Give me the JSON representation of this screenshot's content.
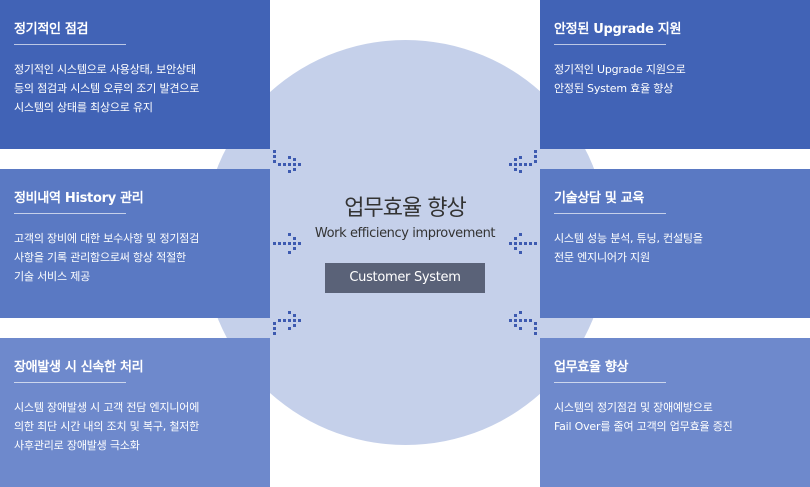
{
  "center": {
    "title": "업무효율 향상",
    "subtitle": "Work efficiency improvement",
    "button": "Customer System"
  },
  "boxes": [
    {
      "title": "정기적인 점검",
      "desc": "정기적인 시스템으로 사용상태, 보안상태\n등의 점검과 시스템 오류의 조기 발견으로\n시스템의 상태를 최상으로 유지"
    },
    {
      "title": "정비내역 History 관리",
      "desc": "고객의 장비에 대한 보수사항 및 정기점검\n사항을 기록 관리함으로써 항상 적절한\n기술 서비스 제공"
    },
    {
      "title": "장애발생 시 신속한 처리",
      "desc": "시스템 장애발생 시 고객 전담 엔지니어에\n의한 최단 시간 내의 조치 및 복구, 철저한\n사후관리로 장애발생 극소화"
    },
    {
      "title": "안정된 Upgrade 지원",
      "desc": "정기적인 Upgrade 지원으로\n안정된 System 효율 향상"
    },
    {
      "title": "기술상담 및 교육",
      "desc": "시스템 성능 분석, 튜닝, 컨설팅을\n전문 엔지니어가 지원"
    },
    {
      "title": "업무효율 향상",
      "desc": "시스템의 정기점검 및 장애예방으로\nFail Over를 줄여 고객의 업무효율 증진"
    }
  ],
  "colors": {
    "box_dark": "#4163b6",
    "box_mid": "#5a79c3",
    "box_light": "#6e89cc",
    "circle": "#c5d0ea",
    "arrow": "#3d5ab0",
    "button": "#5a6278"
  }
}
